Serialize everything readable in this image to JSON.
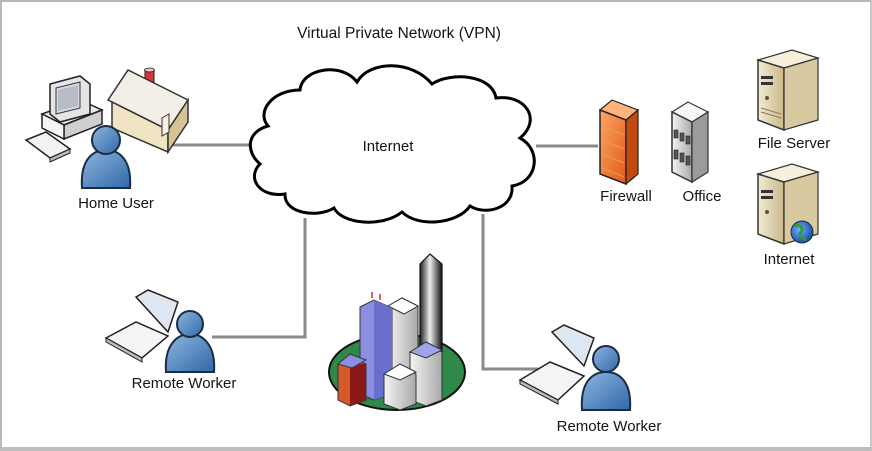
{
  "title": "Virtual Private Network (VPN)",
  "cloud": {
    "label": "Internet"
  },
  "nodes": {
    "home_user": {
      "label": "Home User",
      "icons": [
        "desktop-computer",
        "house",
        "user"
      ]
    },
    "remote_worker_left": {
      "label": "Remote Worker",
      "icons": [
        "laptop",
        "user"
      ]
    },
    "remote_worker_right": {
      "label": "Remote Worker",
      "icons": [
        "laptop",
        "user"
      ]
    },
    "city": {
      "label": "",
      "icons": [
        "city-buildings"
      ]
    },
    "firewall": {
      "label": "Firewall",
      "icons": [
        "brick-firewall"
      ]
    },
    "office": {
      "label": "Office",
      "icons": [
        "office-building"
      ]
    },
    "file_server": {
      "label": "File Server",
      "icons": [
        "server-tower"
      ]
    },
    "internet_server": {
      "label": "Internet",
      "icons": [
        "server-tower",
        "globe"
      ]
    }
  },
  "connections": [
    {
      "from": "home_user",
      "to": "cloud"
    },
    {
      "from": "cloud",
      "to": "firewall"
    },
    {
      "from": "cloud",
      "to": "remote_worker_left"
    },
    {
      "from": "cloud",
      "to": "remote_worker_right"
    }
  ],
  "colors": {
    "connector": "#8a8a8a",
    "user": "#4f86c0",
    "firewall": "#f07a30",
    "server": "#e4d7b4",
    "ground": "#2f8a4a",
    "tower_blue": "#8c8fe0",
    "tower_red": "#b2321e"
  }
}
